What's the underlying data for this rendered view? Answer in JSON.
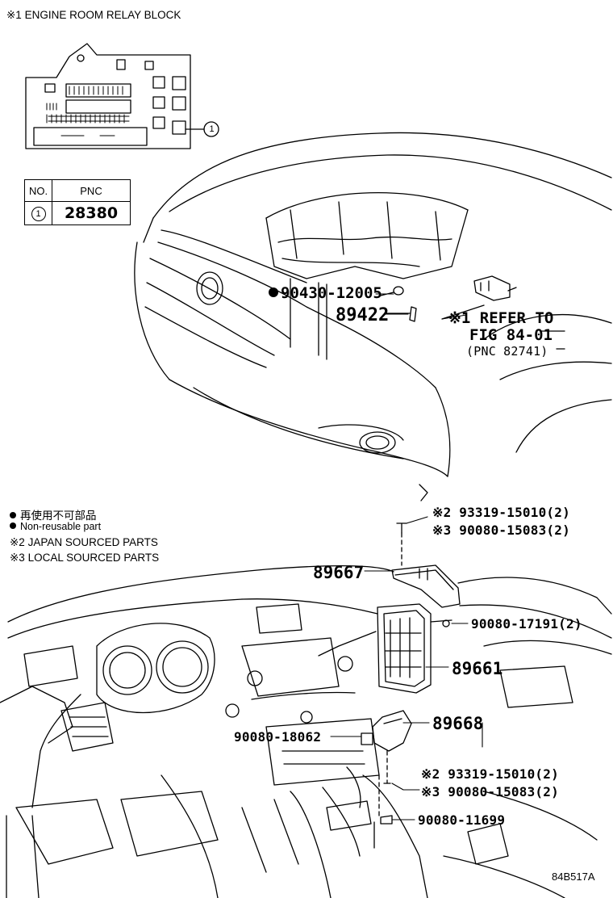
{
  "relay_block_title": "※1 ENGINE ROOM RELAY BLOCK",
  "pnc_table": {
    "headers": [
      "NO.",
      "PNC"
    ],
    "rows": [
      {
        "no": "1",
        "pnc": "28380"
      }
    ]
  },
  "callout_1": "1",
  "parts": {
    "p_9043012005": "90430-12005",
    "p_89422": "89422",
    "refer_line1": "※1 REFER TO",
    "refer_line2": "FIG 84-01",
    "refer_line3": "(PNC 82741)",
    "p_9331915010_top": "※2 93319-15010(2)",
    "p_9008015083_top": "※3 90080-15083(2)",
    "p_89667": "89667",
    "p_9008017191": "90080-17191(2)",
    "p_89661": "89661",
    "p_89668": "89668",
    "p_9008018062": "90080-18062",
    "p_9331915010_bot": "※2 93319-15010(2)",
    "p_9008015083_bot": "※3 90080-15083(2)",
    "p_9008011699": "90080-11699"
  },
  "legend": {
    "jp_nonreusable": "再使用不可部品",
    "non_reusable": "Non-reusable part",
    "japan_sourced": "※2 JAPAN SOURCED PARTS",
    "local_sourced": "※3 LOCAL SOURCED PARTS"
  },
  "figure_code": "84B517A"
}
